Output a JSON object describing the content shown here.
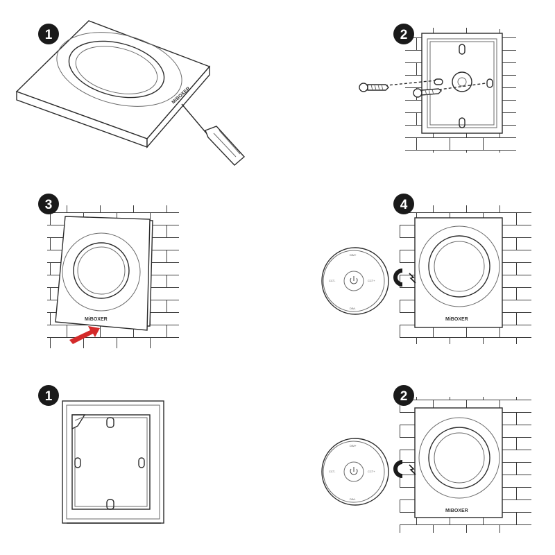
{
  "steps": [
    {
      "number": "1"
    },
    {
      "number": "2"
    },
    {
      "number": "3"
    },
    {
      "number": "4"
    },
    {
      "number": "1"
    },
    {
      "number": "2"
    }
  ],
  "brand": {
    "logo_text": "MiBOXER"
  },
  "remote": {
    "label_top": "DIM+",
    "label_bottom": "DIM-",
    "label_left": "CCT-",
    "label_right": "CCT+"
  },
  "colors": {
    "badge": "#1a1a1a",
    "arrow": "#d42a2a",
    "magnet": "#1a1a1a"
  },
  "icons": [
    "screwdriver-icon",
    "screw-icon",
    "magnet-icon",
    "power-icon",
    "arrow-icon",
    "bolt-icon"
  ]
}
